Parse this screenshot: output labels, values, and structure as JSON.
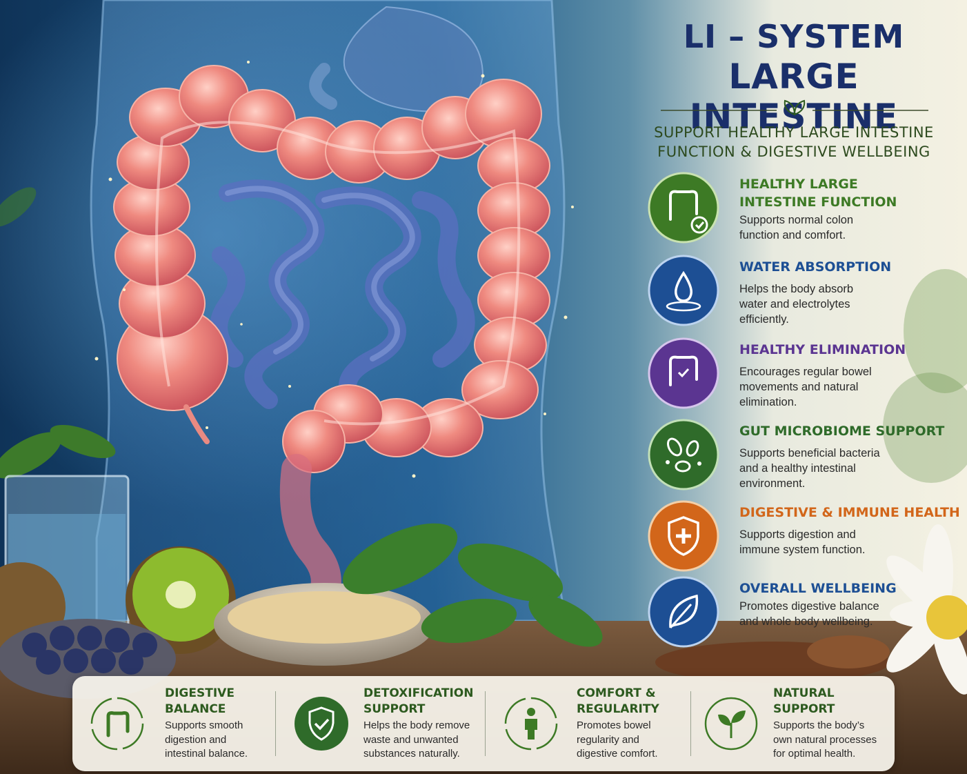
{
  "header": {
    "title_line1": "LI – SYSTEM",
    "title_line2": "LARGE INTESTINE",
    "subtitle": "SUPPORT HEALTHY LARGE INTESTINE\nFUNCTION & DIGESTIVE WELLBEING"
  },
  "features": [
    {
      "title": "HEALTHY LARGE\nINTESTINE FUNCTION",
      "text": "Supports normal colon\nfunction and comfort.",
      "color": "#3d7a25",
      "icon": "colon-check-icon"
    },
    {
      "title": "WATER ABSORPTION",
      "text": "Helps the body absorb\nwater and electrolytes\nefficiently.",
      "color": "#1d4f94",
      "icon": "water-drop-icon"
    },
    {
      "title": "HEALTHY ELIMINATION",
      "text": "Encourages regular bowel\nmovements and natural\nelimination.",
      "color": "#5b3591",
      "icon": "colon-cycle-icon"
    },
    {
      "title": "GUT MICROBIOME SUPPORT",
      "text": "Supports beneficial bacteria\nand a healthy intestinal\nenvironment.",
      "color": "#2f6b2a",
      "icon": "bacteria-icon"
    },
    {
      "title": "DIGESTIVE & IMMUNE HEALTH",
      "text": "Supports digestion and\nimmune system function.",
      "color": "#d2661a",
      "icon": "shield-plus-icon"
    },
    {
      "title": "OVERALL WELLBEING",
      "text": "Promotes digestive balance\nand whole body wellbeing.",
      "color": "#1d4f94",
      "icon": "leaf-icon"
    }
  ],
  "bottom": [
    {
      "title": "DIGESTIVE\nBALANCE",
      "text": "Supports smooth\ndigestion and\nintestinal balance.",
      "icon": "colon-arrows-icon"
    },
    {
      "title": "DETOXIFICATION\nSUPPORT",
      "text": "Helps the body remove\nwaste and unwanted\nsubstances naturally.",
      "icon": "shield-check-icon"
    },
    {
      "title": "COMFORT &\nREGULARITY",
      "text": "Promotes bowel\nregularity and\ndigestive comfort.",
      "icon": "person-icon"
    },
    {
      "title": "NATURAL\nSUPPORT",
      "text": "Supports the body’s\nown natural processes\nfor optimal health.",
      "icon": "sprout-icon"
    }
  ]
}
